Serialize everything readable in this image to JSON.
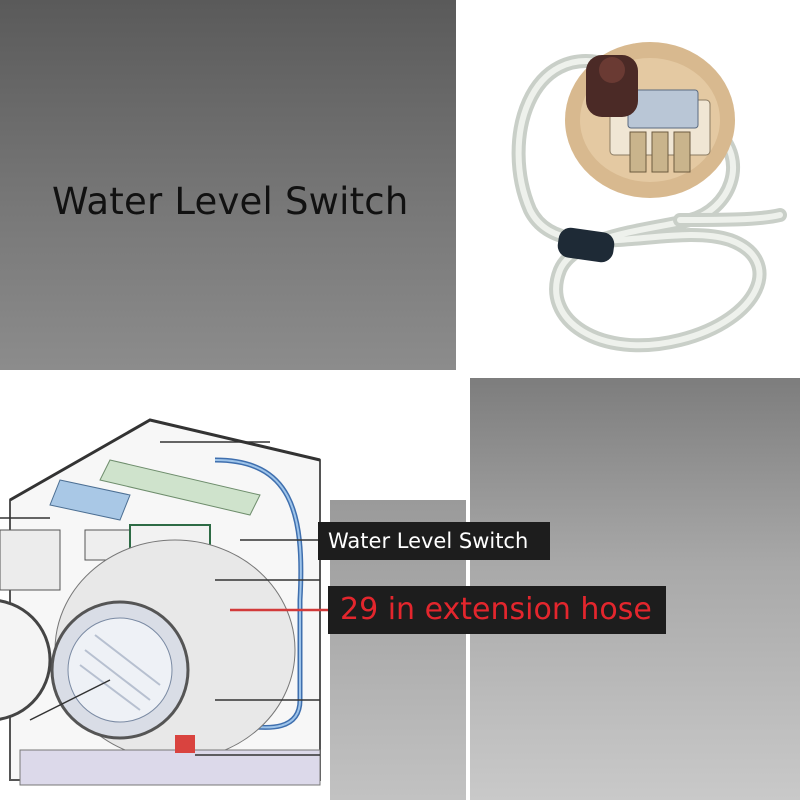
{
  "heading": "Water Level Switch",
  "labels": {
    "switch": "Water Level Switch",
    "hose": "29 in  extension hose"
  },
  "colors": {
    "hose_label": "#e3262d",
    "label_bg": "#1d1d1d"
  },
  "icons": {
    "product": "water-level-switch-with-tube",
    "diagram": "washing-machine-cutaway"
  }
}
